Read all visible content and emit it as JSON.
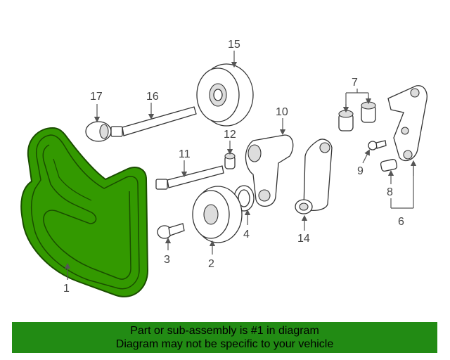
{
  "callouts": [
    "1",
    "2",
    "3",
    "4",
    "6",
    "7",
    "8",
    "9",
    "10",
    "11",
    "12",
    "14",
    "15",
    "16",
    "17"
  ],
  "banner": {
    "line1": "Part or sub-assembly is #1 in diagram",
    "line2": "Diagram may not be specific to your vehicle",
    "color": "#228b14"
  },
  "highlight_color": "#339900"
}
